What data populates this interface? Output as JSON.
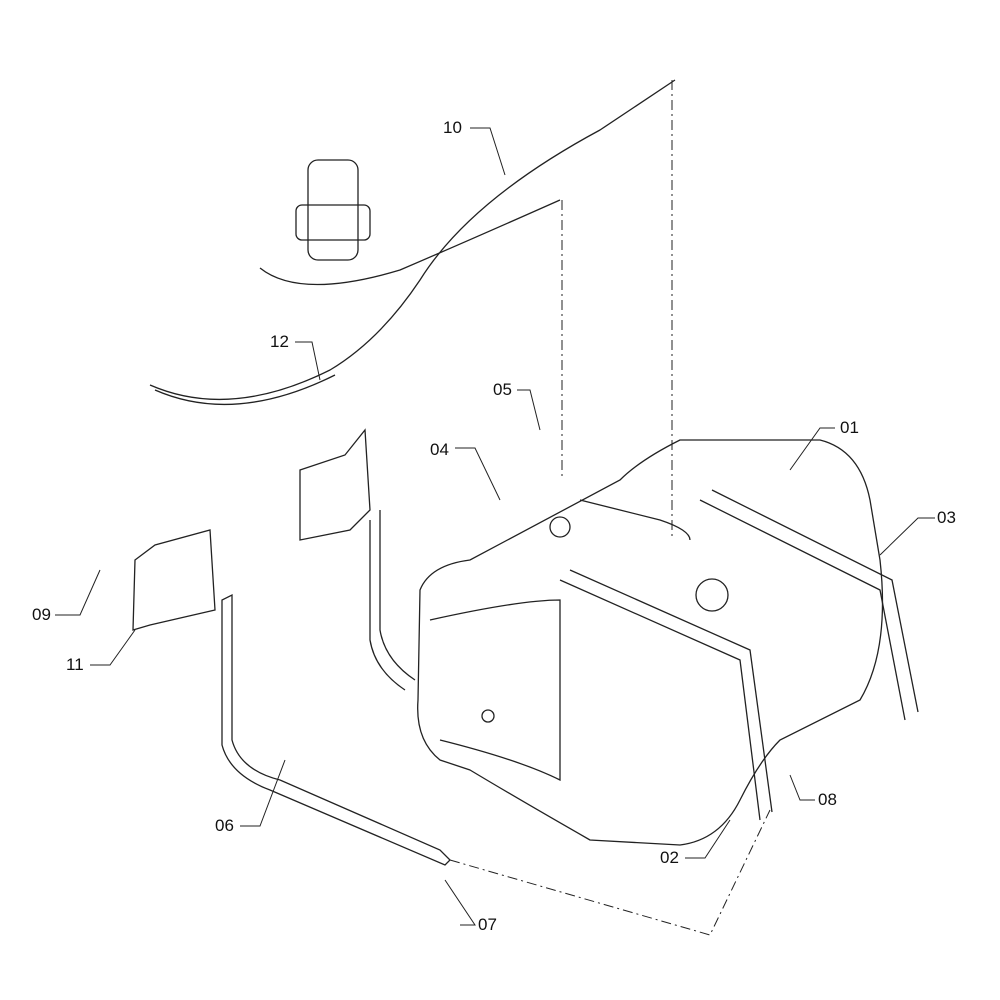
{
  "callouts": [
    {
      "id": "01",
      "text": "01"
    },
    {
      "id": "02",
      "text": "02"
    },
    {
      "id": "03",
      "text": "03"
    },
    {
      "id": "04",
      "text": "04"
    },
    {
      "id": "05",
      "text": "05"
    },
    {
      "id": "06",
      "text": "06"
    },
    {
      "id": "07",
      "text": "07"
    },
    {
      "id": "08",
      "text": "08"
    },
    {
      "id": "09",
      "text": "09"
    },
    {
      "id": "10",
      "text": "10"
    },
    {
      "id": "11",
      "text": "11"
    },
    {
      "id": "12",
      "text": "12"
    }
  ]
}
